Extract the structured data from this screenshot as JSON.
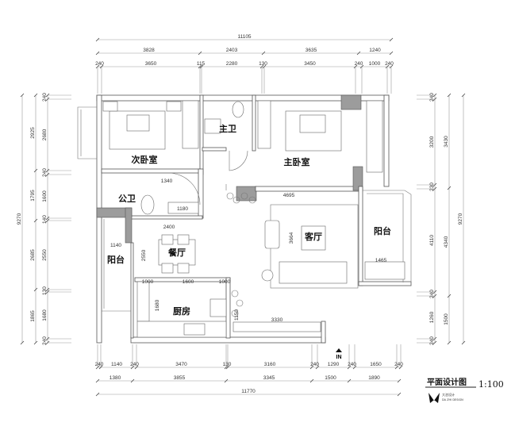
{
  "rooms": {
    "secondary_bedroom": "次卧室",
    "master_bath": "主卫",
    "master_bedroom": "主卧室",
    "public_bath": "公卫",
    "left_balcony": "阳台",
    "dining": "餐厅",
    "living": "客厅",
    "right_balcony": "阳台",
    "kitchen": "厨房"
  },
  "entrance": "IN",
  "title_block": {
    "title": "平面设计图",
    "scale": "1:100",
    "logo_text": "大恣设计",
    "logo_subtext": "DA ZHI DESIGN"
  },
  "dimensions": {
    "top_overall": [
      "11105"
    ],
    "top_middle": [
      "3828",
      "2403",
      "3635",
      "1240"
    ],
    "top_inner": [
      "240",
      "3650",
      "115",
      "2280",
      "130",
      "3450",
      "240",
      "1000",
      "240"
    ],
    "bottom_inner": [
      "240",
      "1140",
      "240",
      "3470",
      "130",
      "3160",
      "240",
      "1290",
      "240",
      "1650",
      "240"
    ],
    "bottom_middle": [
      "1380",
      "3855",
      "3345",
      "1500",
      "1890"
    ],
    "bottom_overall": [
      "11770"
    ],
    "left_overall": [
      "9270"
    ],
    "left_middle": [
      "2925",
      "1795",
      "2685",
      "1865"
    ],
    "left_inner": [
      "240",
      "2680",
      "240",
      "1600",
      "140",
      "2550",
      "130",
      "1680",
      "240"
    ],
    "right_inner": [
      "240",
      "3200",
      "230",
      "4110",
      "240",
      "1260",
      "240"
    ],
    "right_middle": [
      "3430",
      "4340",
      "1500"
    ],
    "right_overall": [
      "9270"
    ]
  },
  "interior_dimensions": {
    "public_bath_width": "1340",
    "bath_vanity": "1180",
    "dining_width": "2400",
    "balcony_width": "1140",
    "dining_depth": "2550",
    "kitchen_left": "1000",
    "kitchen_mid": "1600",
    "kitchen_right": "1000",
    "kitchen_depth": "1680",
    "plant_depth": "1150",
    "cabinet_length": "3330",
    "living_width": "4695",
    "living_depth": "3664",
    "balcony_cabinet": "1465"
  }
}
